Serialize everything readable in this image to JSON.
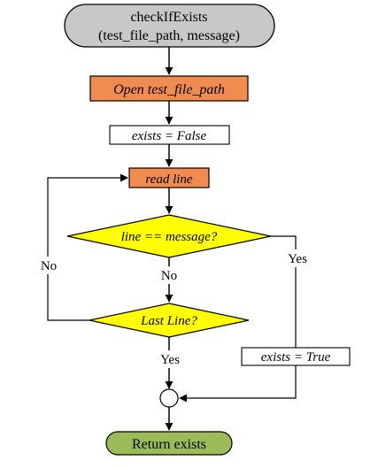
{
  "start": {
    "line1": "checkIfExists",
    "line2": "(test_file_path, message)"
  },
  "open_step": "Open test_file_path",
  "init_step": "exists = False",
  "read_step": "read line",
  "decision_match": "line == message?",
  "decision_last": "Last Line?",
  "label_no_left": "No",
  "label_no_mid": "No",
  "label_yes_right": "Yes",
  "label_yes_bottom": "Yes",
  "set_true_step": "exists = True",
  "end": "Return exists",
  "colors": {
    "start_fill": "#c8c8c8",
    "process_fill": "#f08c50",
    "decision_fill": "#ffff00",
    "end_fill": "#9bbb59"
  }
}
